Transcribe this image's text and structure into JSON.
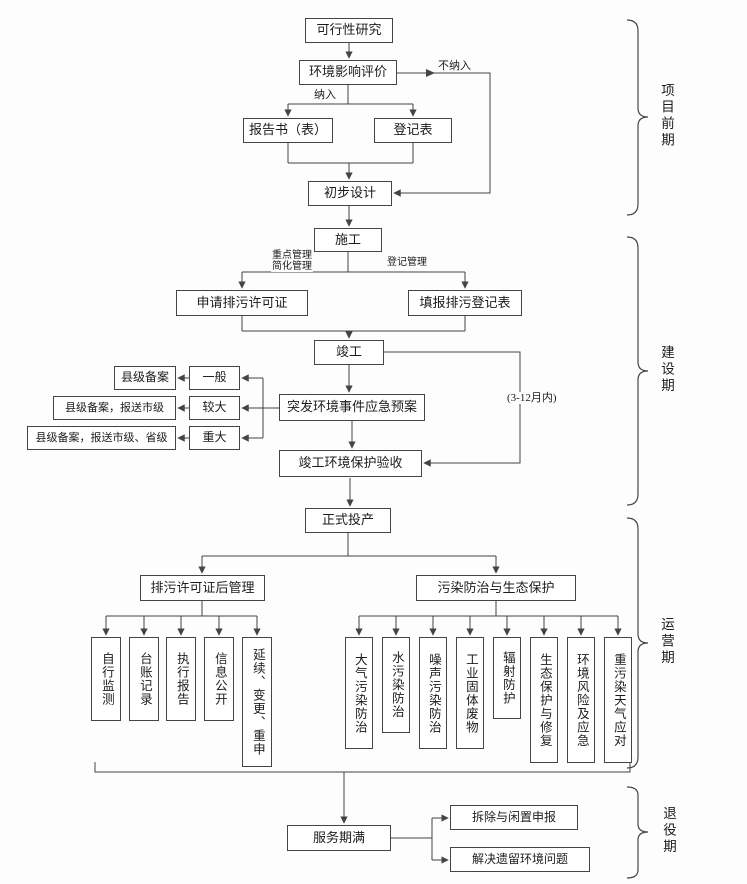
{
  "nodes": {
    "feasibility": "可行性研究",
    "eia": "环境影响评价",
    "report": "报告书（表）",
    "registration_form": "登记表",
    "preliminary_design": "初步设计",
    "construction": "施工",
    "apply_permit": "申请排污许可证",
    "fill_registration": "填报排污登记表",
    "completion": "竣工",
    "emergency_plan": "突发环境事件应急预案",
    "level_general": "一般",
    "level_larger": "较大",
    "level_major": "重大",
    "filing_county": "县级备案",
    "filing_county_city": "县级备案，报送市级",
    "filing_county_city_province": "县级备案，报送市级、省级",
    "acceptance": "竣工环境保护验收",
    "production": "正式投产",
    "permit_management": "排污许可证后管理",
    "pollution_protection": "污染防治与生态保护",
    "self_monitoring": "自行监测",
    "ledger": "台账记录",
    "execution_report": "执行报告",
    "info_disclosure": "信息公开",
    "renewal": "延续、变更、重申",
    "air": "大气污染防治",
    "water": "水污染防治",
    "noise": "噪声污染防治",
    "solid_waste": "工业固体废物",
    "radiation": "辐射防护",
    "ecology": "生态保护与修复",
    "risk": "环境风险及应急",
    "heavy_weather": "重污染天气应对",
    "service_end": "服务期满",
    "demolition": "拆除与闲置申报",
    "legacy": "解决遗留环境问题"
  },
  "edge_labels": {
    "included": "纳入",
    "not_included": "不纳入",
    "key_management": "重点管理",
    "simplified_management": "简化管理",
    "registration_management": "登记管理",
    "months_window": "(3-12月内)"
  },
  "phases": {
    "pre_project": "项目前期",
    "construction_period": "建设期",
    "operation_period": "运营期",
    "decommission_period": "退役期"
  }
}
